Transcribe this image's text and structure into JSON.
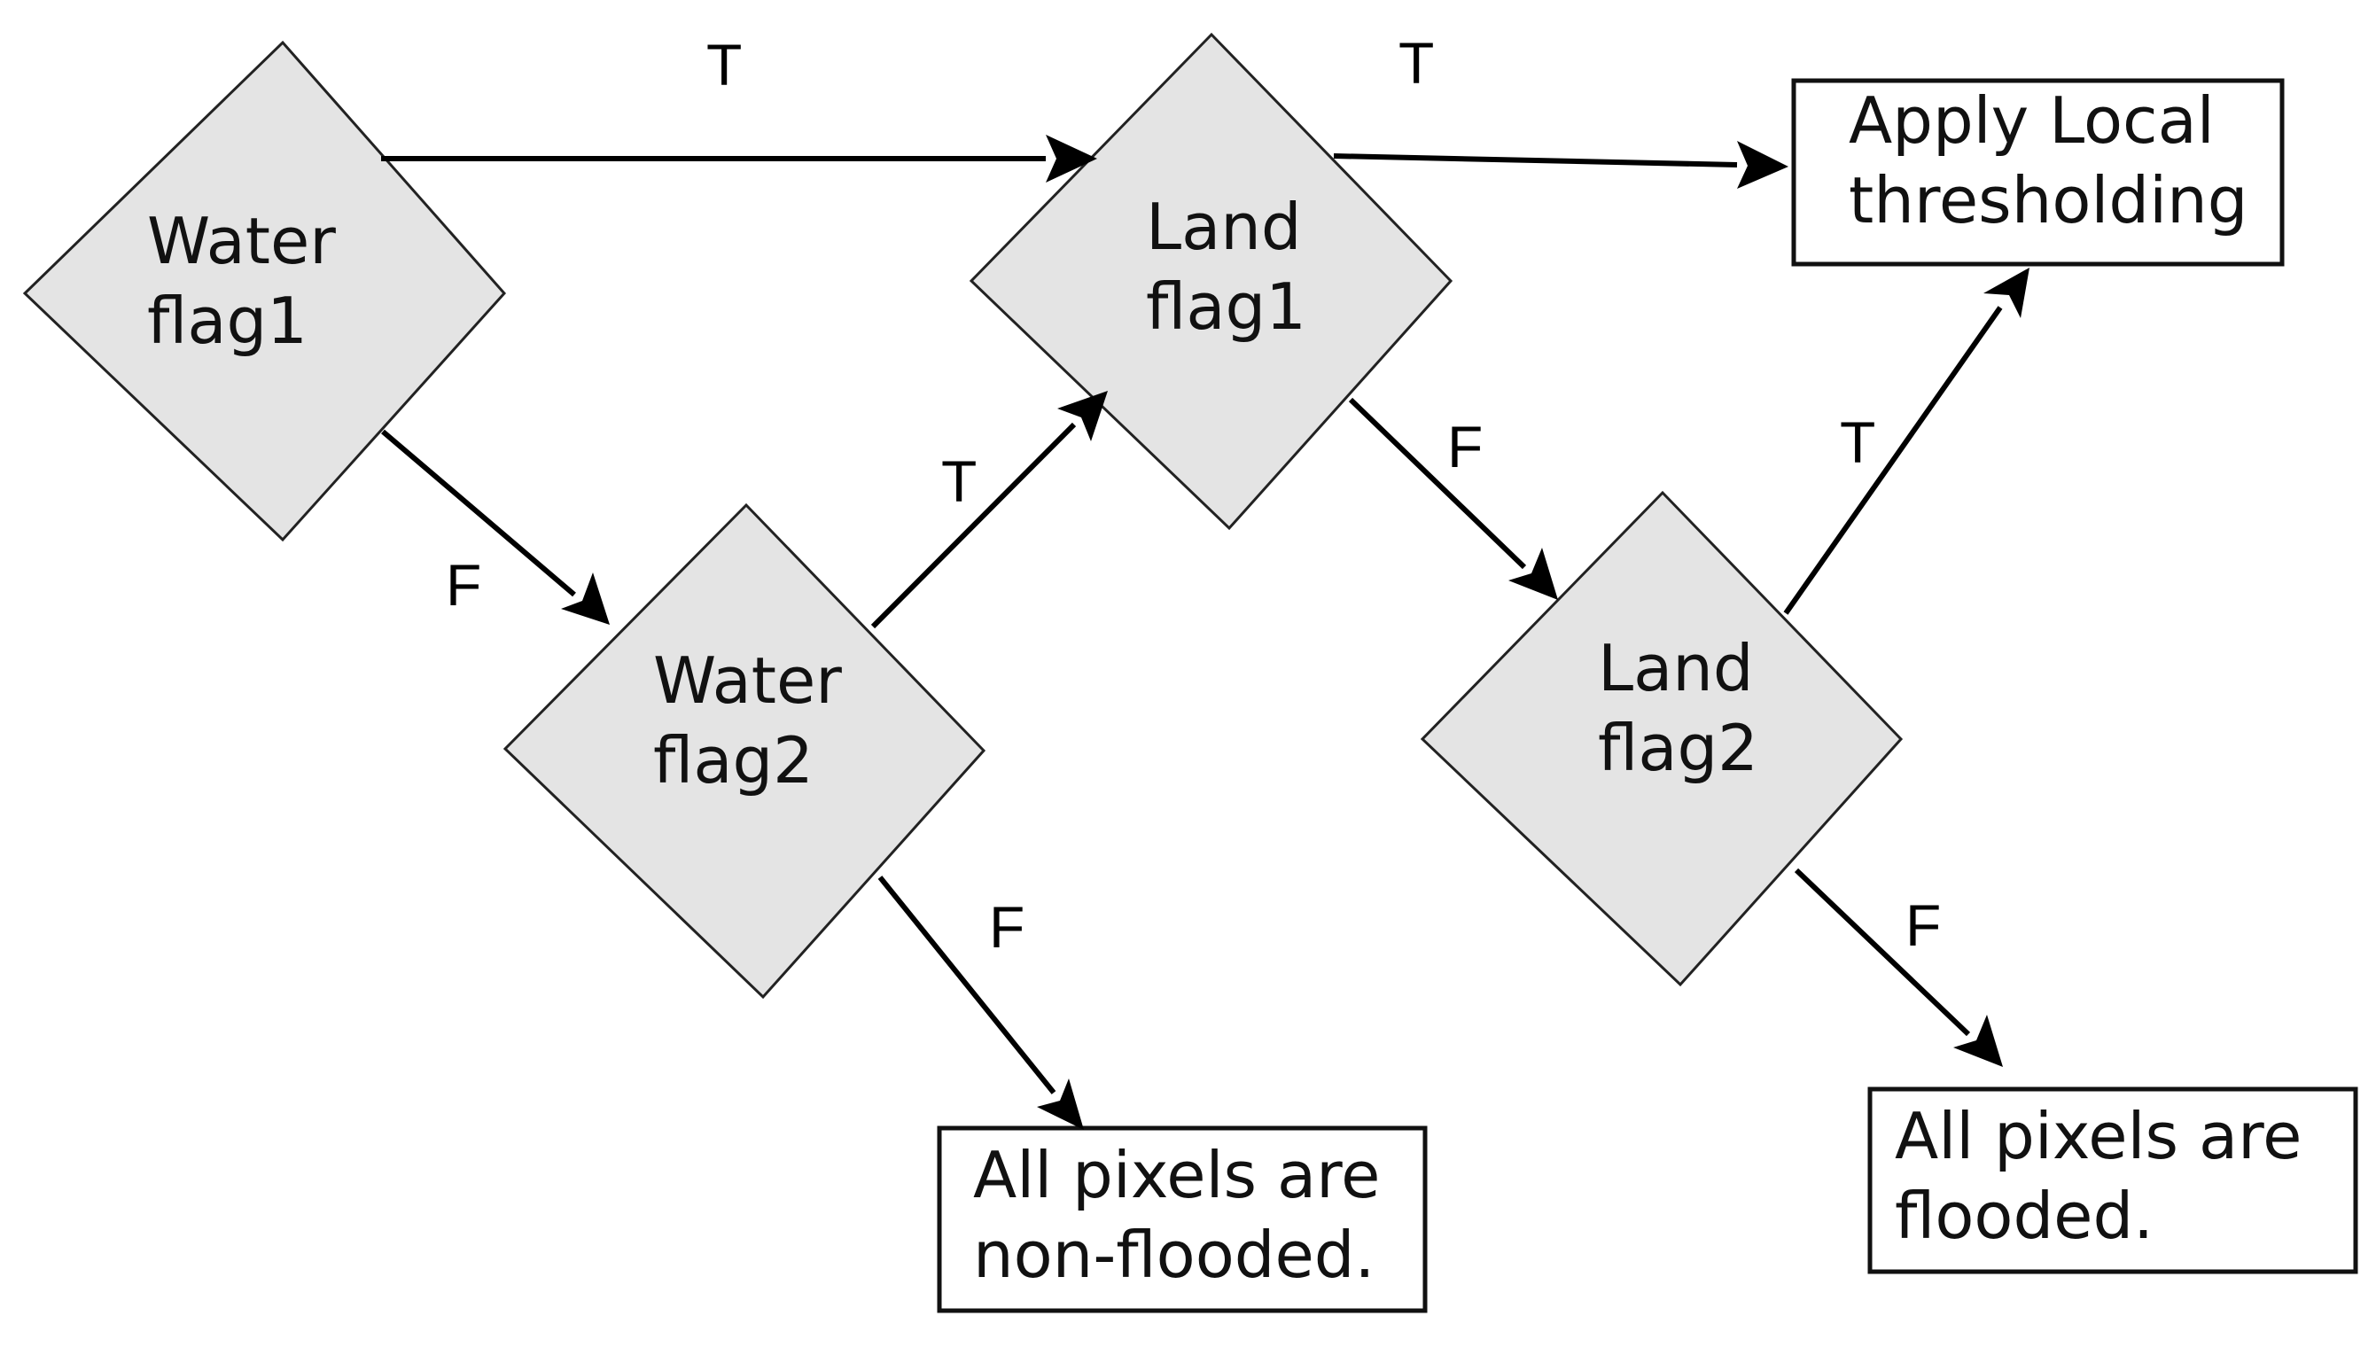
{
  "nodes": {
    "water_flag1": {
      "line1": "Water",
      "line2": "flag1"
    },
    "water_flag2": {
      "line1": "Water",
      "line2": "flag2"
    },
    "land_flag1": {
      "line1": "Land",
      "line2": "flag1"
    },
    "land_flag2": {
      "line1": "Land",
      "line2": "flag2"
    },
    "apply_local": {
      "line1": "Apply Local",
      "line2": "thresholding"
    },
    "non_flooded": {
      "line1": "All pixels are",
      "line2": "non-flooded."
    },
    "flooded": {
      "line1": "All pixels are",
      "line2": "flooded."
    }
  },
  "edges": {
    "wf1_to_lf1": "T",
    "wf1_to_wf2": "F",
    "wf2_to_lf1": "T",
    "wf2_to_nonflooded": "F",
    "lf1_to_apply": "T",
    "lf1_to_lf2": "F",
    "lf2_to_apply": "T",
    "lf2_to_flooded": "F"
  }
}
